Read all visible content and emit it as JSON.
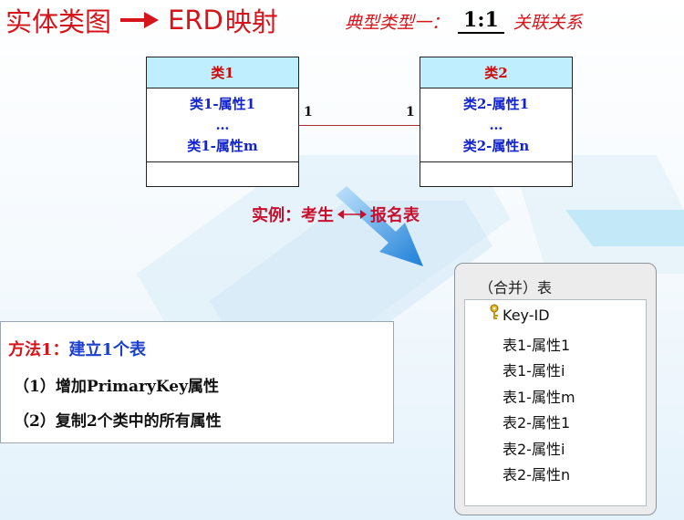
{
  "title": {
    "main": "实体类图",
    "erd": "ERD",
    "map": "映射",
    "subtitle_prefix": "典型类型一：",
    "ratio": "1:1",
    "subtitle_suffix": "关联关系"
  },
  "class1": {
    "name": "类1",
    "attr_first": "类1-属性1",
    "ellipsis": "…",
    "attr_last": "类1-属性m"
  },
  "class2": {
    "name": "类2",
    "attr_first": "类2-属性1",
    "ellipsis": "…",
    "attr_last": "类2-属性n"
  },
  "association": {
    "left_multiplicity": "1",
    "right_multiplicity": "1"
  },
  "example": {
    "label": "实例：",
    "left": "考生",
    "right": "报名表"
  },
  "method": {
    "title_prefix": "方法1：",
    "title_suffix": "建立1个表",
    "item1": "（1）增加PrimaryKey属性",
    "item2": "（2）复制2个类中的所有属性"
  },
  "merged_table": {
    "title": "（合并）表",
    "fields": [
      "Key-ID",
      "表1-属性1",
      "表1-属性i",
      "表1-属性m",
      "表2-属性1",
      "表2-属性i",
      "表2-属性n"
    ]
  },
  "colors": {
    "title_red": "#d5141b",
    "class_header": "#bfeeff",
    "attr_blue": "#1324cf",
    "arrow_blue": "#2e8fe0"
  }
}
